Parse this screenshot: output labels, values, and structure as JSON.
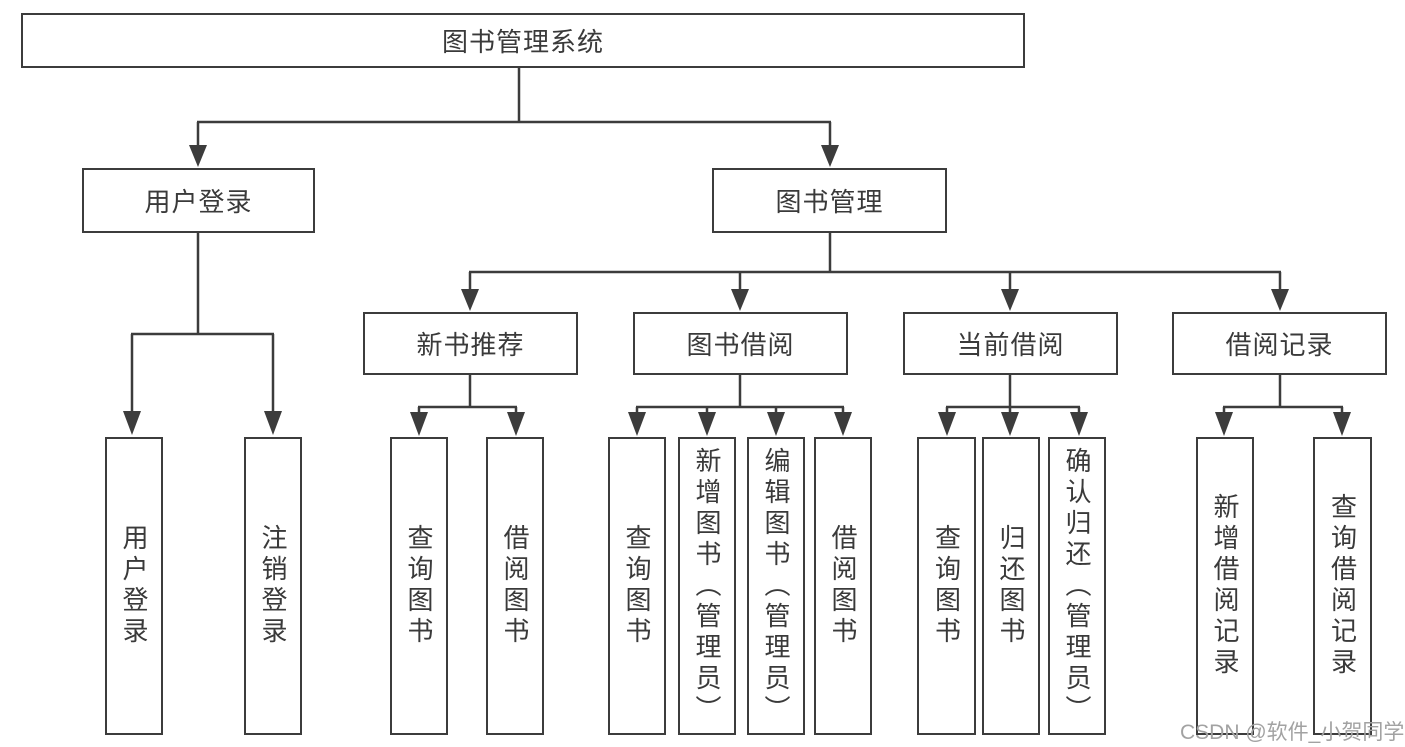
{
  "diagram": {
    "title": "图书管理系统",
    "type": "function-structure-tree",
    "colors": {
      "line": "#3c3c3c",
      "text": "#3a3a3a",
      "box_fill": "#ffffff",
      "background": "#ffffff",
      "watermark": "#a2a2a2"
    },
    "tree": {
      "label": "图书管理系统",
      "children": [
        {
          "label": "用户登录",
          "children": [
            {
              "label": "用户登录"
            },
            {
              "label": "注销登录"
            }
          ]
        },
        {
          "label": "图书管理",
          "children": [
            {
              "label": "新书推荐",
              "children": [
                {
                  "label": "查询图书"
                },
                {
                  "label": "借阅图书"
                }
              ]
            },
            {
              "label": "图书借阅",
              "children": [
                {
                  "label": "查询图书"
                },
                {
                  "label": "新增图书（管理员）"
                },
                {
                  "label": "编辑图书（管理员）"
                },
                {
                  "label": "借阅图书"
                }
              ]
            },
            {
              "label": "当前借阅",
              "children": [
                {
                  "label": "查询图书"
                },
                {
                  "label": "归还图书"
                },
                {
                  "label": "确认归还（管理员）"
                }
              ]
            },
            {
              "label": "借阅记录",
              "children": [
                {
                  "label": "新增借阅记录"
                },
                {
                  "label": "查询借阅记录"
                }
              ]
            }
          ]
        }
      ]
    },
    "watermark": "CSDN @软件_小贺同学"
  }
}
